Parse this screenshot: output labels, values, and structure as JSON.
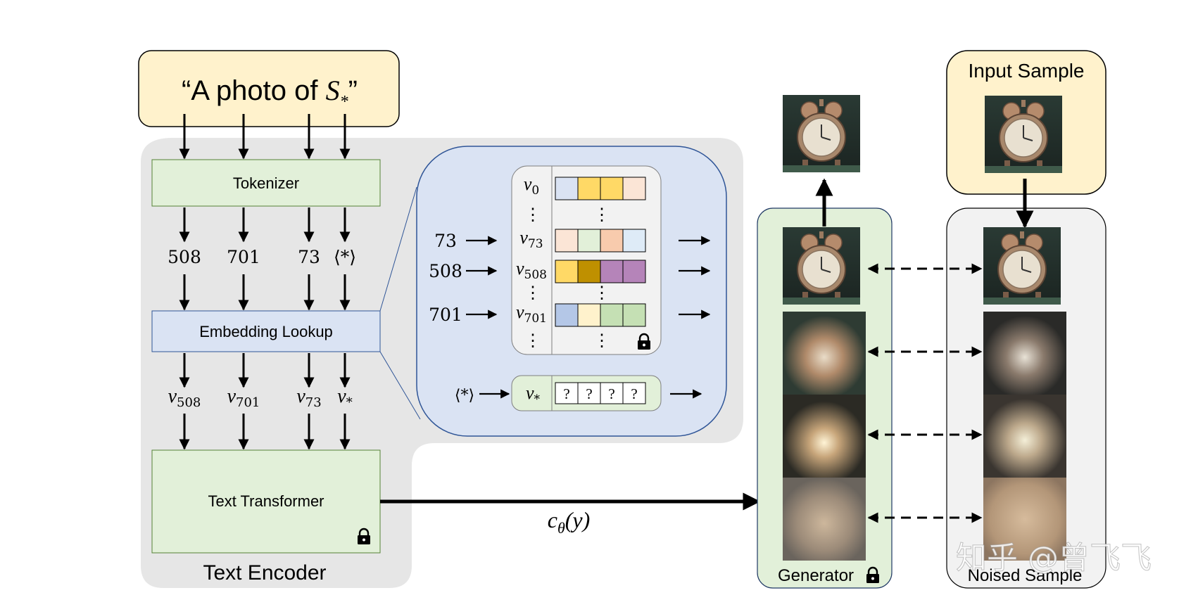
{
  "prompt": {
    "open": "“A photo of ",
    "sym": "S",
    "sub": "*",
    "close": "”"
  },
  "encoder": {
    "caption": "Text Encoder",
    "tokenizer": "Tokenizer",
    "embedding": "Embedding Lookup",
    "transformer": "Text Transformer"
  },
  "tokens": [
    "508",
    "701",
    "73",
    "⟨*⟩"
  ],
  "embedding_labels": [
    {
      "base": "v",
      "sub": "508"
    },
    {
      "base": "v",
      "sub": "701"
    },
    {
      "base": "v",
      "sub": "73"
    },
    {
      "base": "v",
      "sub": "*"
    }
  ],
  "lookup": {
    "inputs": [
      "73",
      "508",
      "701"
    ],
    "rows": [
      {
        "base": "v",
        "sub": "0"
      },
      {
        "base": "v",
        "sub": "73"
      },
      {
        "base": "v",
        "sub": "508"
      },
      {
        "base": "v",
        "sub": "701"
      }
    ],
    "ellipsis": "⋮",
    "star_input": "⟨*⟩",
    "star_row": {
      "base": "v",
      "sub": "*"
    },
    "unknown": "?",
    "colors": {
      "v0": [
        "#dae3f3",
        "#ffd966",
        "#ffd966",
        "#fbe5d6"
      ],
      "v73": [
        "#fbe5d6",
        "#e2f0d9",
        "#f8cbad",
        "#deebf7"
      ],
      "v508": [
        "#ffd966",
        "#bf9000",
        "#b584b9",
        "#b584b9"
      ],
      "v701": [
        "#b4c7e7",
        "#fff2cc",
        "#c5e0b4",
        "#c5e0b4"
      ]
    }
  },
  "conditioning": {
    "c": "c",
    "sub": "θ",
    "arg": "(y)"
  },
  "generator": {
    "label": "Generator"
  },
  "input_sample": {
    "label": "Input Sample"
  },
  "noised_sample": {
    "label": "Noised Sample"
  },
  "watermark": "知乎 @曾飞飞",
  "icons": {
    "lock": "lock-icon"
  }
}
